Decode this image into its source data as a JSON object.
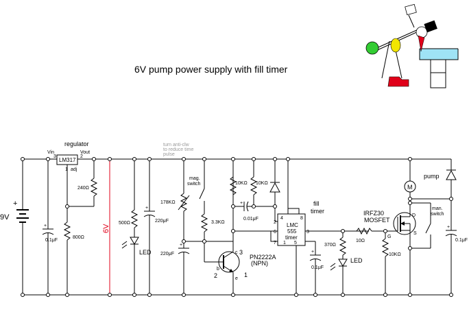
{
  "title": "6V pump power supply with fill timer",
  "colors": {
    "wire": "#000000",
    "rail_6v": "#e0001a",
    "note_gray": "#999999",
    "bird_red": "#e0001a",
    "bird_yellow": "#f2e600",
    "bird_green": "#33cc33",
    "water": "#9fe3f5"
  },
  "battery": {
    "voltage": "9V",
    "plus": "+"
  },
  "regulator": {
    "title": "regulator",
    "chip": "LM317",
    "vin": "Vin",
    "vout": "Vout",
    "adj": "adj",
    "pin3": "3",
    "pin2": "2",
    "pin1": "1"
  },
  "resistors": {
    "r240": "240Ω",
    "r800": "800Ω",
    "r500": "500Ω",
    "pot178": "178KΩ",
    "r33": "3.3KΩ",
    "r10k_a": "10KΩ",
    "r10k_b": "10KΩ",
    "r370": "370Ω",
    "r10": "10Ω",
    "r10k_gate": "10KΩ"
  },
  "capacitors": {
    "c1": "0.1μF",
    "c2": "220μF",
    "c3": "220μF",
    "c4": "0.01μF",
    "c5": "0.1μF",
    "c6": "0.1μF",
    "plus": "+"
  },
  "rail_label": "6V",
  "led": {
    "label1": "LED",
    "label2": "LED"
  },
  "note": {
    "line1": "turn anti-clw",
    "line2": "to reduce time",
    "line3": "pulse"
  },
  "switches": {
    "mag_line1": "mag.",
    "mag_line2": "switch",
    "man_line1": "man.",
    "man_line2": "switch"
  },
  "transistor": {
    "name": "PN2222A",
    "type": "(NPN)",
    "pin_c": "c",
    "pin_c_num": "3",
    "pin_b": "b",
    "pin_b_num": "2",
    "pin_e": "e",
    "pin_e_num": "1"
  },
  "timer": {
    "line1": "LMC",
    "line2": "555",
    "line3": "timer",
    "title1": "fill",
    "title2": "timer",
    "pins": [
      "4",
      "8",
      "2",
      "6",
      "3",
      "7",
      "1",
      "5"
    ]
  },
  "mosfet": {
    "line1": "IRFZ30",
    "line2": "MOSFET",
    "d": "D",
    "g": "G",
    "s": "S"
  },
  "motor": {
    "symbol": "M",
    "label": "pump"
  }
}
